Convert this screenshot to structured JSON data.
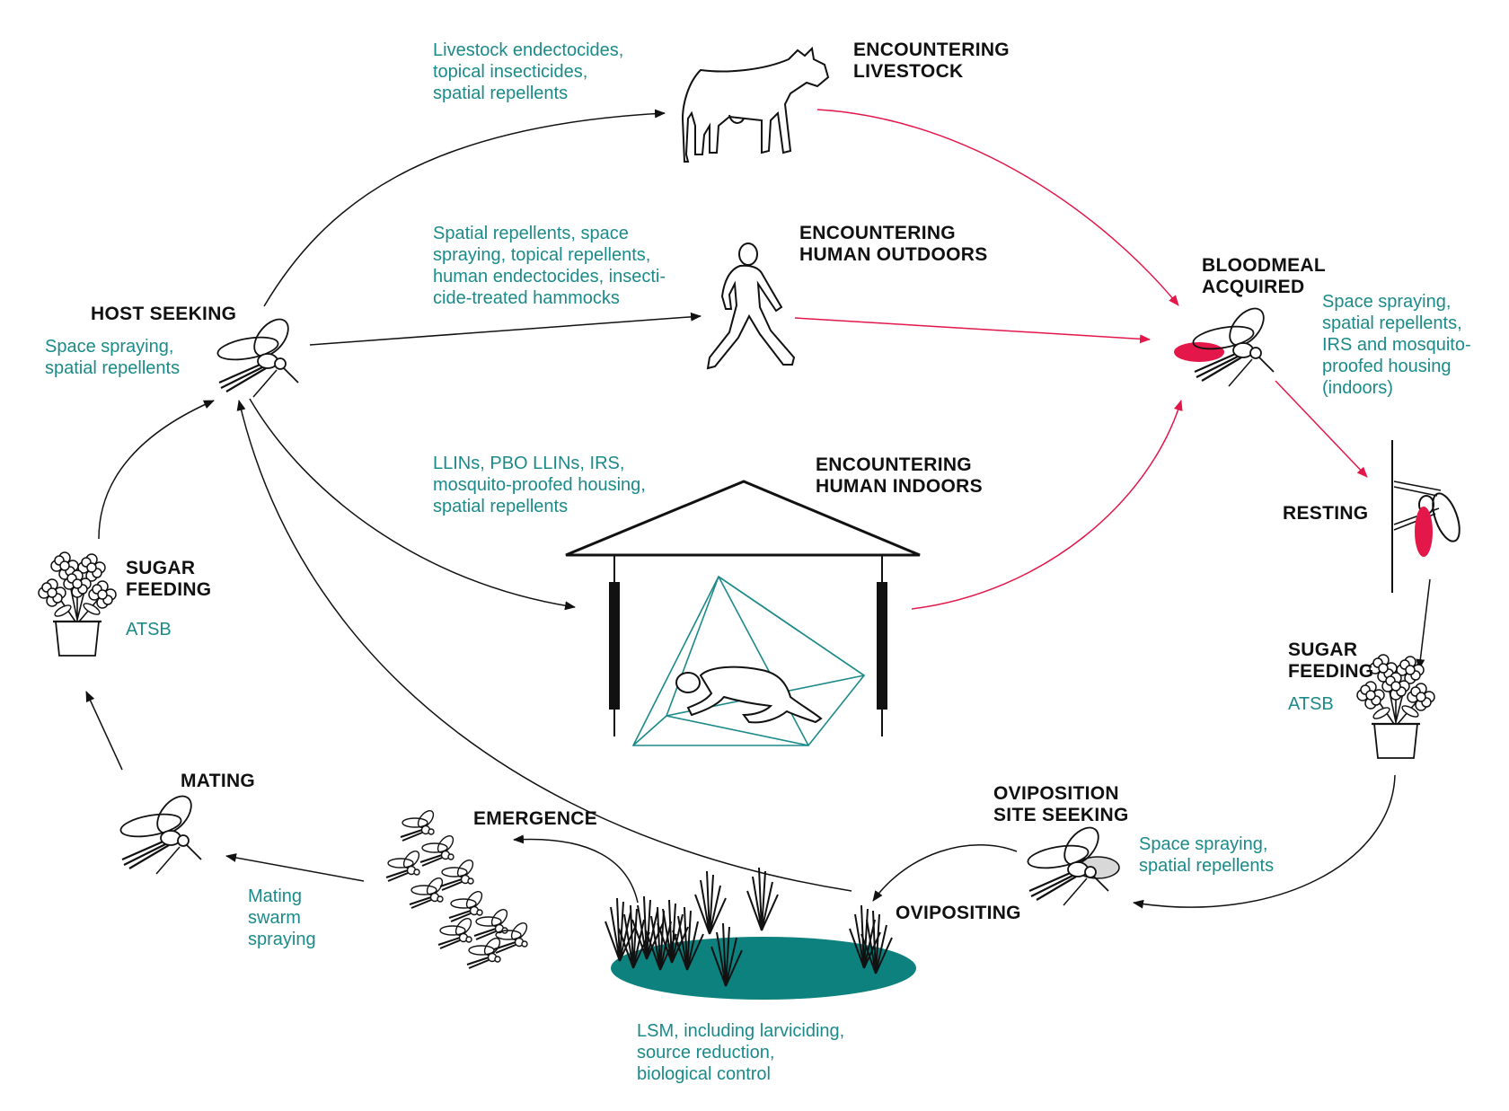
{
  "colors": {
    "intervention_text": "#1b8a89",
    "label_text": "#111111",
    "bloodmeal": "#e3174a",
    "water": "#0d817e",
    "bednet": "#1b8a89"
  },
  "labels": {
    "host_seeking": "HOST SEEKING",
    "livestock": [
      "ENCOUNTERING",
      "LIVESTOCK"
    ],
    "human_outdoors": [
      "ENCOUNTERING",
      "HUMAN OUTDOORS"
    ],
    "human_indoors": [
      "ENCOUNTERING",
      "HUMAN INDOORS"
    ],
    "bloodmeal": [
      "BLOODMEAL",
      "ACQUIRED"
    ],
    "resting": "RESTING",
    "sugar_feeding_right": [
      "SUGAR",
      "FEEDING"
    ],
    "sugar_feeding_left": [
      "SUGAR",
      "FEEDING"
    ],
    "oviposition_seeking": [
      "OVIPOSITION",
      "SITE SEEKING"
    ],
    "ovipositing": "OVIPOSITING",
    "emergence": "EMERGENCE",
    "mating": "MATING"
  },
  "interventions": {
    "livestock": [
      "Livestock endectocides,",
      "topical insecticides,",
      "spatial repellents"
    ],
    "human_outdoors": [
      "Spatial repellents, space",
      "spraying, topical repellents,",
      "human endectocides, insecti-",
      "cide-treated hammocks"
    ],
    "human_indoors": [
      "LLINs, PBO LLINs, IRS,",
      "mosquito-proofed housing,",
      "spatial repellents"
    ],
    "host_seeking": [
      "Space spraying,",
      "spatial repellents"
    ],
    "bloodmeal": [
      "Space spraying,",
      "spatial repellents,",
      "IRS and mosquito-",
      "proofed housing",
      "(indoors)"
    ],
    "sugar_feeding_right": [
      "ATSB"
    ],
    "sugar_feeding_left": [
      "ATSB"
    ],
    "oviposition_seeking": [
      "Space spraying,",
      "spatial repellents"
    ],
    "larval": [
      "LSM, including larviciding,",
      "source reduction,",
      "biological control"
    ],
    "mating": [
      "Mating",
      "swarm",
      "spraying"
    ]
  },
  "icons": [
    "cow-icon",
    "walking-person-icon",
    "house-icon",
    "bednet-icon",
    "sleeping-person-icon",
    "mosquito-icon",
    "blood-fed-mosquito-icon",
    "flower-pot-icon",
    "breeding-site-icon",
    "reeds-icon",
    "emerging-mosquitoes-icon",
    "resting-wall-icon"
  ]
}
